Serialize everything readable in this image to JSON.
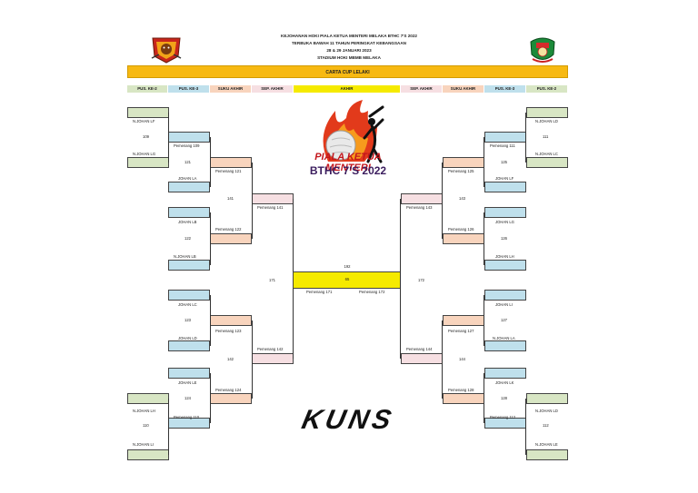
{
  "header": {
    "lines": [
      "KEJOHANAN HOKI PIALA KETUA MENTERI MELAKA BTHC 7'S 2022",
      "TERBUKA BAWAH 11 TAHUN PERINGKAT KEBANGSAAN",
      "28 & 29 JANUARI 2023",
      "STADIUM HOKI MBMB MELAKA"
    ]
  },
  "banner": "CARTA CUP LELAKI",
  "columns": [
    "PUS. KE-2",
    "PUS. KE-3",
    "SUKU AKHIR",
    "SEP. AKHIR",
    "AKHIR",
    "SEP. AKHIR",
    "SUKU AKHIR",
    "PUS. KE-3",
    "PUS. KE-2"
  ],
  "colors": {
    "green": "#d8e6c4",
    "blue": "#bfe0ec",
    "orange": "#f8d4bd",
    "pink": "#f6dfe2",
    "yellow": "#f5ea00",
    "banner": "#f7b912"
  },
  "icons": {
    "left_logo": "tiger-crest-logo",
    "right_logo": "melaka-crest-logo"
  },
  "logo": {
    "line1": "PIALA KETUA MENTERI",
    "line2": "BTHC 7'S 2022",
    "sponsor": "KUNS"
  },
  "left": {
    "names": [
      "N.JOHAN LF",
      "N.JOHAN LG",
      "JOHAN LA",
      "JOHAN LB",
      "N.JOHAN LB",
      "JOHAN LC",
      "JOHAN LD",
      "JOHAN LE",
      "N.JOHAN LH",
      "N.JOHAN LI"
    ],
    "matches": [
      "109",
      "121",
      "141",
      "122",
      "171",
      "123",
      "142",
      "124",
      "110"
    ],
    "winners": [
      "Pemenang 109",
      "Pemenang 121",
      "Pemenang 141",
      "Pemenang 122",
      "Pemenang 123",
      "Pemenang 142",
      "Pemenang 124",
      "Pemenang 110"
    ]
  },
  "right": {
    "names": [
      "N.JOHAN LD",
      "N.JOHAN LC",
      "JOHAN LF",
      "JOHAN LG",
      "JOHAN LH",
      "JOHAN LI",
      "N.JOHAN LA",
      "JOHAN LK",
      "N.JOHAN LD",
      "N.JOHAN LE"
    ],
    "matches": [
      "111",
      "125",
      "143",
      "126",
      "172",
      "127",
      "144",
      "128",
      "112"
    ],
    "winners": [
      "Pemenang 111",
      "Pemenang 125",
      "Pemenang 143",
      "Pemenang 126",
      "Pemenang 127",
      "Pemenang 144",
      "Pemenang 128",
      "Pemenang 112"
    ]
  },
  "final": {
    "match": "192",
    "label": "65",
    "left": "Pemenang 171",
    "right": "Pemenang 172"
  }
}
